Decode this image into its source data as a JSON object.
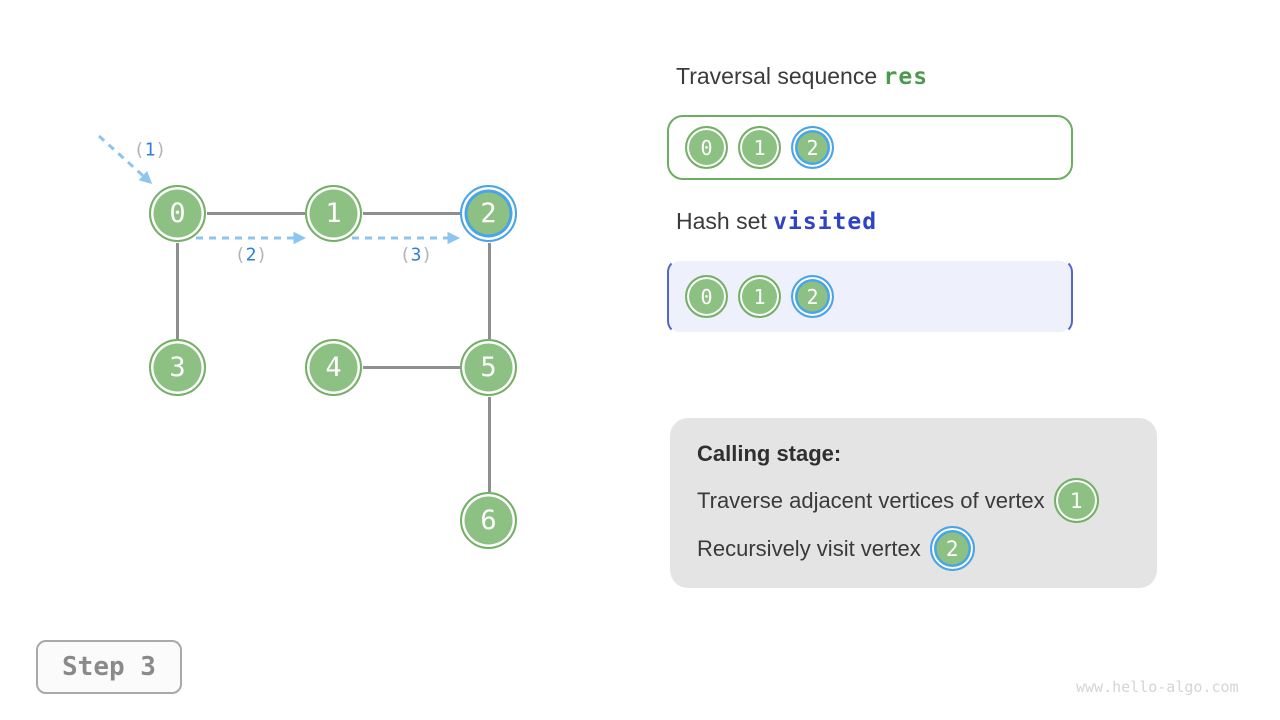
{
  "graph": {
    "nodes": [
      {
        "label": "0"
      },
      {
        "label": "1"
      },
      {
        "label": "2"
      },
      {
        "label": "3"
      },
      {
        "label": "4"
      },
      {
        "label": "5"
      },
      {
        "label": "6"
      }
    ],
    "edges": [
      [
        "0",
        "1"
      ],
      [
        "1",
        "2"
      ],
      [
        "0",
        "3"
      ],
      [
        "2",
        "5"
      ],
      [
        "4",
        "5"
      ],
      [
        "5",
        "6"
      ]
    ],
    "highlighted_node": "2",
    "visit_order_labels": [
      {
        "open": "(",
        "num": "1",
        "close": ")"
      },
      {
        "open": "(",
        "num": "2",
        "close": ")"
      },
      {
        "open": "(",
        "num": "3",
        "close": ")"
      }
    ]
  },
  "res_panel": {
    "title": "Traversal sequence",
    "code": "res",
    "items": [
      "0",
      "1",
      "2"
    ]
  },
  "visited_panel": {
    "title": "Hash set",
    "code": "visited",
    "items": [
      "0",
      "1",
      "2"
    ]
  },
  "calling_panel": {
    "heading": "Calling stage:",
    "line1": {
      "text": "Traverse adjacent vertices of vertex",
      "vertex": "1"
    },
    "line2": {
      "text": "Recursively visit vertex",
      "vertex": "2"
    }
  },
  "footer": {
    "step_label": "Step 3",
    "watermark": "www.hello-algo.com"
  },
  "colors": {
    "node_green_fill": "#8dc083",
    "node_green_border": "#74b067",
    "highlight_blue": "#4aa4e8",
    "arrow_blue": "#8cc5ef",
    "order_digit_blue": "#2e7fd9",
    "res_code_green": "#4d9a4f",
    "visited_code_indigo": "#2f43c9",
    "visited_box_bg": "#eef0fb",
    "calling_box_bg": "#e4e4e4",
    "edge_gray": "#8f8f8f"
  }
}
